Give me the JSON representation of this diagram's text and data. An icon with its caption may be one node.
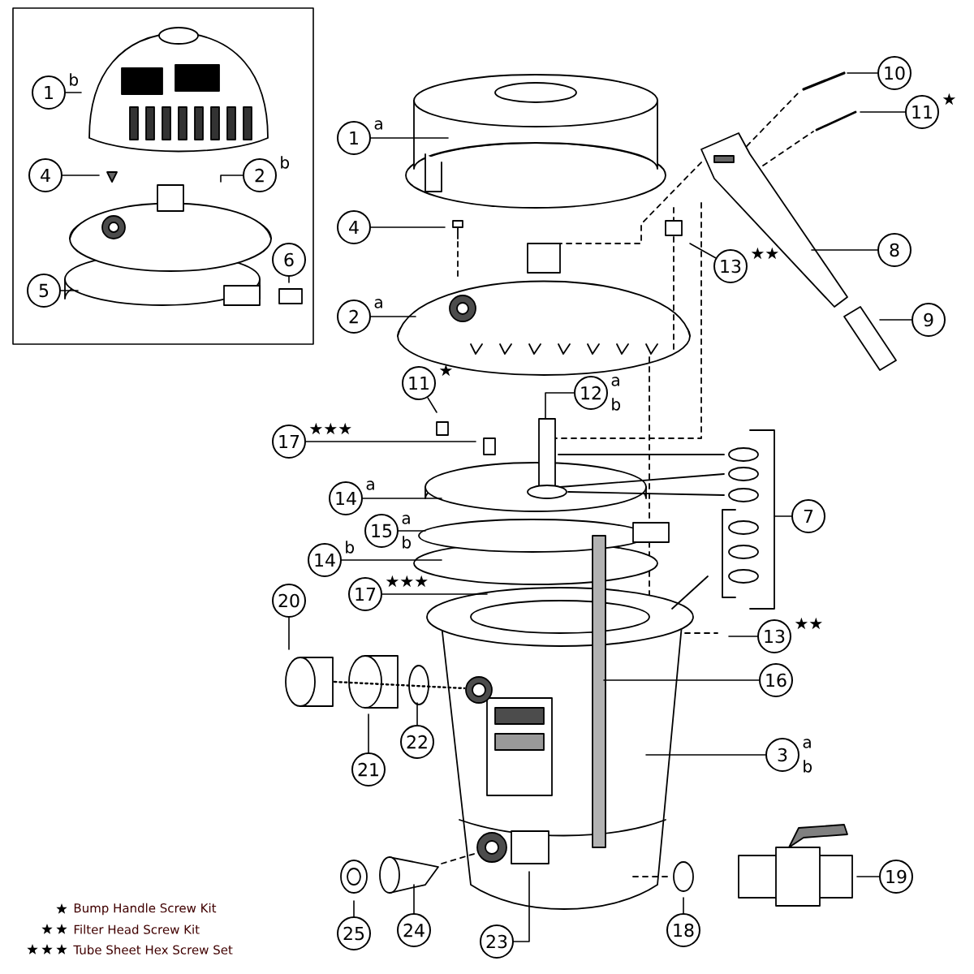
{
  "diagram": {
    "nodes": [
      {
        "text": [],
        "shape": "box"
      },
      {
        "text": [
          "1"
        ],
        "beside": [
          "b"
        ],
        "in": 0
      },
      {
        "text": [
          "4"
        ],
        "in": 0
      },
      {
        "text": [
          "2"
        ],
        "beside": [
          "b"
        ],
        "in": 0
      },
      {
        "text": [
          "5"
        ],
        "in": 0
      },
      {
        "text": [
          "6"
        ],
        "in": 0
      },
      {
        "text": [
          "1"
        ],
        "beside": [
          "a"
        ]
      },
      {
        "text": [
          "4"
        ]
      },
      {
        "text": [
          "2"
        ],
        "beside": [
          "a"
        ]
      },
      {
        "text": [
          "10"
        ]
      },
      {
        "text": [
          "11"
        ],
        "beside": [
          "★"
        ]
      },
      {
        "text": [
          "8"
        ]
      },
      {
        "text": [
          "13"
        ],
        "beside": [
          "★★"
        ]
      },
      {
        "text": [
          "9"
        ]
      },
      {
        "text": [
          "17"
        ],
        "beside": [
          "★★★"
        ]
      },
      {
        "text": [
          "11"
        ],
        "beside": [
          "★"
        ]
      },
      {
        "text": [
          "12"
        ],
        "beside": [
          "a",
          "b"
        ]
      },
      {
        "text": [
          "14"
        ],
        "beside": [
          "a"
        ]
      },
      {
        "text": [
          "15"
        ],
        "beside": [
          "a",
          "b"
        ]
      },
      {
        "text": [
          "7"
        ]
      },
      {
        "text": [
          "14"
        ],
        "beside": [
          "b"
        ]
      },
      {
        "text": [
          "17"
        ],
        "beside": [
          "★★★"
        ]
      },
      {
        "text": [
          "20"
        ]
      },
      {
        "text": [
          "13"
        ],
        "beside": [
          "★★"
        ]
      },
      {
        "text": [
          "16"
        ]
      },
      {
        "text": [
          "21"
        ]
      },
      {
        "text": [
          "22"
        ]
      },
      {
        "text": [
          "3"
        ],
        "beside": [
          "a",
          "b"
        ]
      },
      {
        "text": [
          "25"
        ]
      },
      {
        "text": [
          "24"
        ]
      },
      {
        "text": [
          "23"
        ]
      },
      {
        "text": [
          "18"
        ]
      },
      {
        "text": [
          "19"
        ]
      }
    ],
    "edges": [
      {
        "from": 1,
        "to": null,
        "arrow": "none"
      },
      {
        "from": 2,
        "to": null,
        "arrow": "none"
      },
      {
        "from": 3,
        "to": null,
        "arrow": "none"
      },
      {
        "from": 4,
        "to": null,
        "arrow": "none"
      },
      {
        "from": 5,
        "to": null,
        "arrow": "none"
      },
      {
        "from": 6,
        "to": null,
        "arrow": "none"
      },
      {
        "from": 7,
        "to": null,
        "arrow": "none"
      },
      {
        "from": 8,
        "to": null,
        "arrow": "none"
      },
      {
        "from": 9,
        "to": null,
        "arrow": "none"
      },
      {
        "from": 10,
        "to": null,
        "arrow": "none"
      },
      {
        "from": 11,
        "to": null,
        "arrow": "none"
      },
      {
        "from": 12,
        "to": null,
        "arrow": "none"
      },
      {
        "from": 13,
        "to": null,
        "arrow": "none"
      },
      {
        "from": 14,
        "to": null,
        "arrow": "none"
      },
      {
        "from": 15,
        "to": null,
        "arrow": "none"
      },
      {
        "from": 16,
        "to": null,
        "arrow": "none"
      },
      {
        "from": 17,
        "to": null,
        "arrow": "none"
      },
      {
        "from": 18,
        "to": null,
        "arrow": "none"
      },
      {
        "from": 19,
        "to": null,
        "arrow": "none"
      },
      {
        "from": 20,
        "to": null,
        "arrow": "none"
      },
      {
        "from": 21,
        "to": null,
        "arrow": "none"
      },
      {
        "from": 22,
        "to": null,
        "arrow": "none"
      },
      {
        "from": 23,
        "to": null,
        "arrow": "none"
      },
      {
        "from": 24,
        "to": null,
        "arrow": "none"
      },
      {
        "from": 25,
        "to": null,
        "arrow": "none"
      },
      {
        "from": 26,
        "to": null,
        "arrow": "none"
      },
      {
        "from": 27,
        "to": null,
        "arrow": "none"
      },
      {
        "from": 28,
        "to": null,
        "arrow": "none"
      },
      {
        "from": 29,
        "to": null,
        "arrow": "none"
      },
      {
        "from": 30,
        "to": null,
        "arrow": "none"
      },
      {
        "from": 31,
        "to": null,
        "arrow": "none"
      },
      {
        "from": 32,
        "to": null,
        "arrow": "none"
      }
    ],
    "legend": [
      {
        "text": "Bump Handle Screw Kit"
      },
      {
        "text": "Filter Head Screw Kit"
      },
      {
        "text": "Tube Sheet Hex Screw Set"
      }
    ]
  }
}
